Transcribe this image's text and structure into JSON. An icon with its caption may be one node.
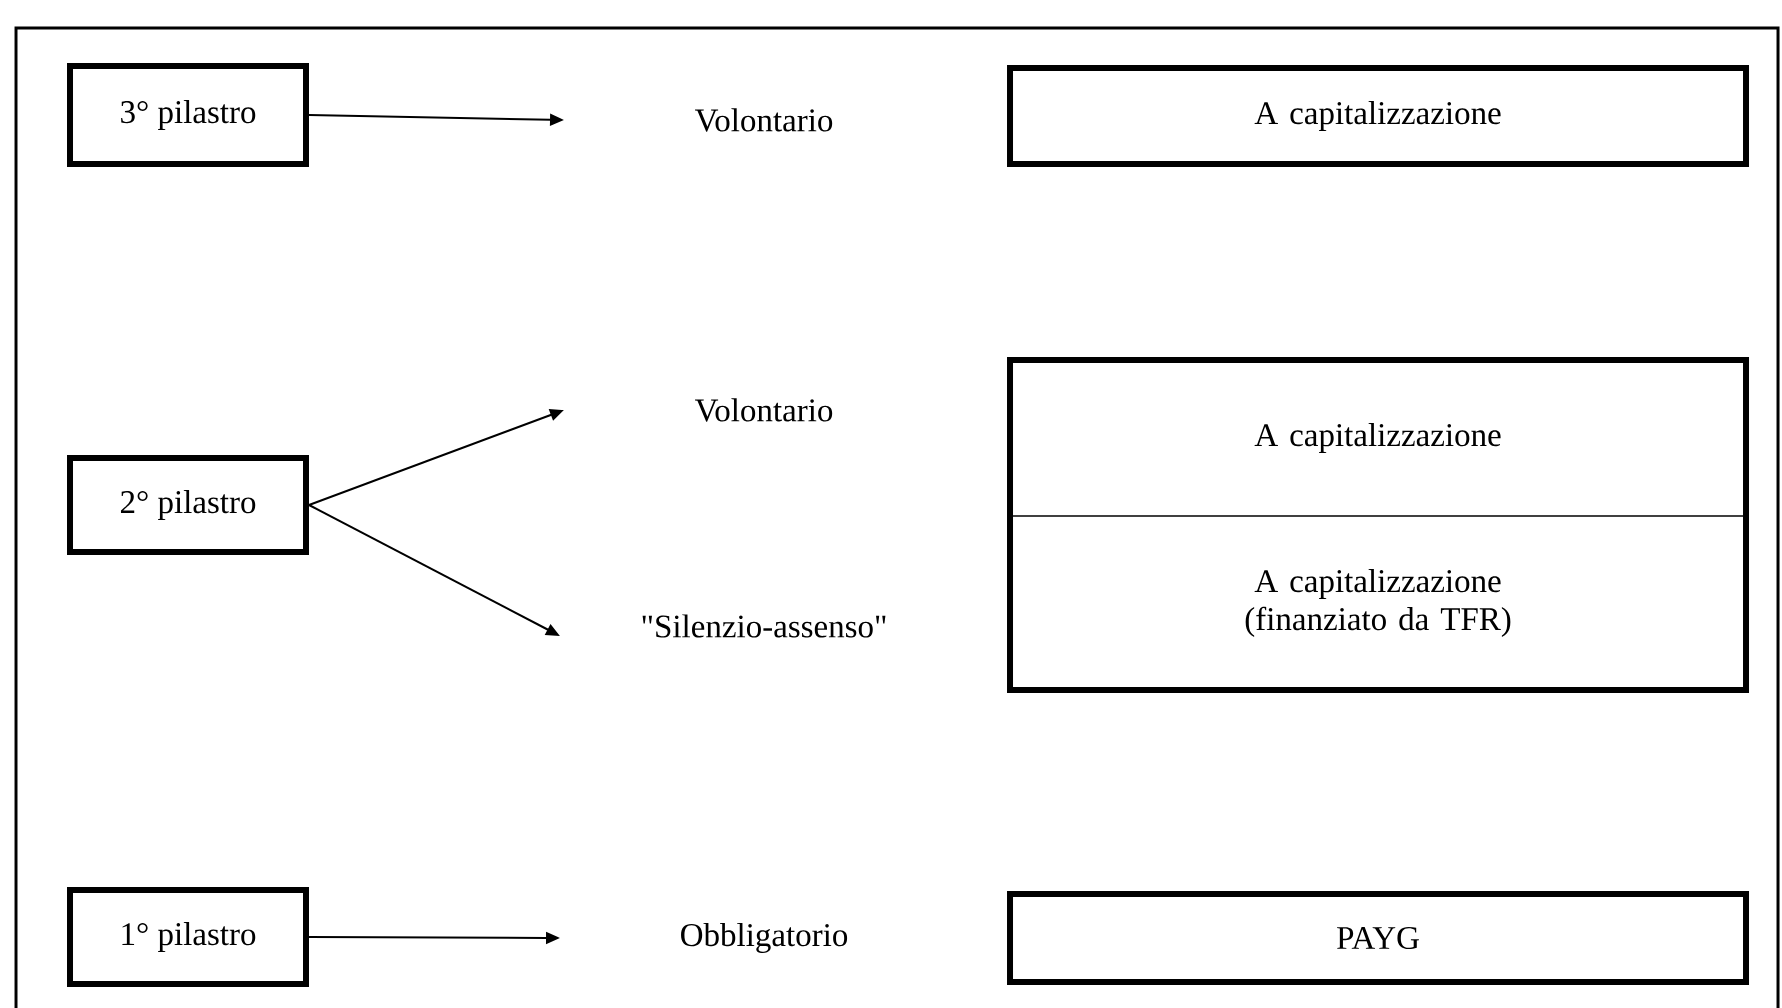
{
  "diagram": {
    "nodes": [
      {
        "text": [
          "3° pilastro"
        ]
      },
      {
        "text": [
          "Volontario"
        ]
      },
      {
        "text": [
          "A capitalizzazione"
        ]
      },
      {
        "text": [
          "2° pilastro"
        ]
      },
      {
        "text": [
          "Volontario"
        ]
      },
      {
        "text": [
          "\"Silenzio-assenso\""
        ]
      },
      {
        "text": [
          "A capitalizzazione"
        ]
      },
      {
        "text": [
          "A capitalizzazione (finanziato da TFR)"
        ]
      },
      {
        "text": [
          "1° pilastro"
        ]
      },
      {
        "text": [
          "Obbligatorio"
        ]
      },
      {
        "text": [
          "PAYG"
        ]
      }
    ],
    "edges": [
      {
        "from": 0,
        "to": 1,
        "arrow": "to"
      },
      {
        "from": 3,
        "to": 4,
        "arrow": "to"
      },
      {
        "from": 3,
        "to": 5,
        "arrow": "to"
      },
      {
        "from": 8,
        "to": 9,
        "arrow": "to"
      }
    ]
  }
}
